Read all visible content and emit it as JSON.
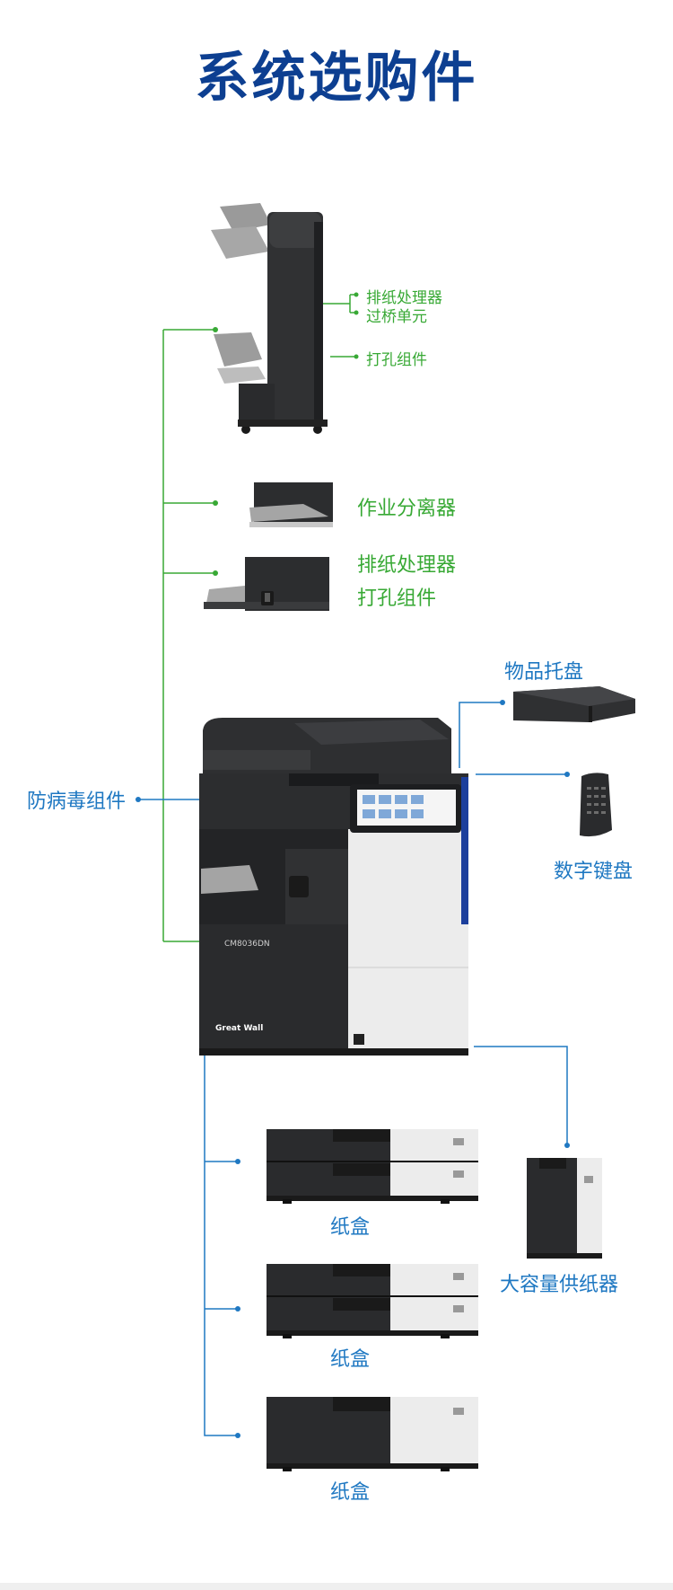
{
  "page": {
    "title": "系统选购件"
  },
  "finisher": {
    "labels": [
      "排纸处理器",
      "过桥单元",
      "打孔组件"
    ]
  },
  "job_separator": {
    "label": "作业分离器"
  },
  "inner_finisher": {
    "labels": [
      "排纸处理器",
      "打孔组件"
    ]
  },
  "work_table": {
    "label": "物品托盘"
  },
  "keypad": {
    "label": "数字键盘"
  },
  "antivirus": {
    "label": "防病毒组件"
  },
  "printer": {
    "model": "CM8036DN",
    "brand": "Great Wall"
  },
  "paper_trays": {
    "labels": [
      "纸盒",
      "纸盒",
      "纸盒"
    ]
  },
  "lct": {
    "label": "大容量供纸器"
  },
  "colors": {
    "title": "#0d3f91",
    "green": "#38a935",
    "blue": "#1f78c2"
  }
}
